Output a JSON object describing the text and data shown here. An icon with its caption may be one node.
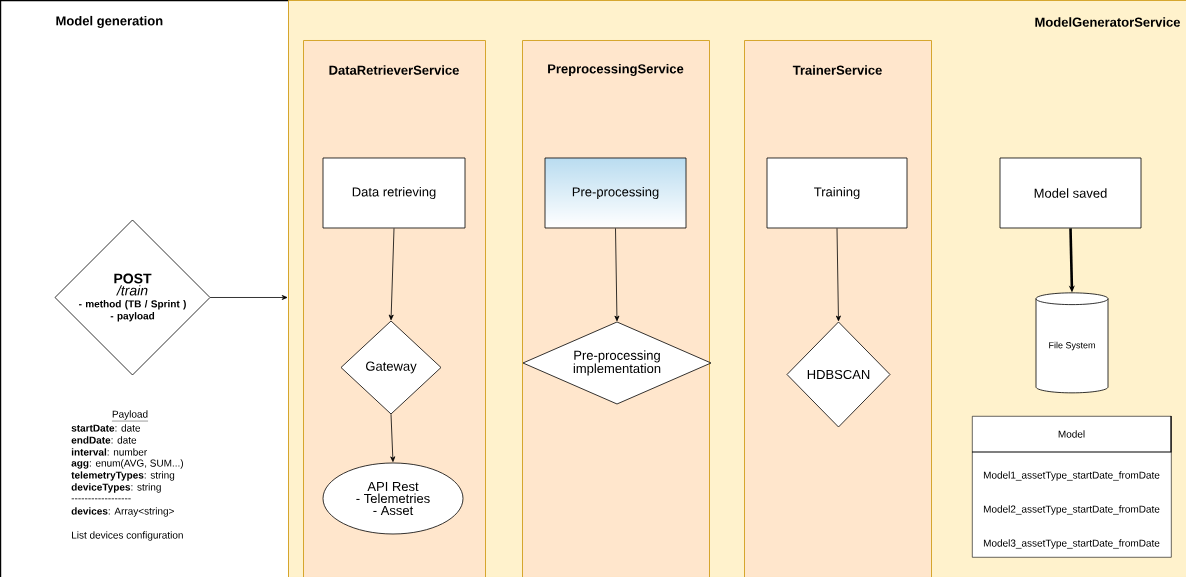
{
  "diagram": {
    "nodes": [
      {
        "text": [
          "Model generation"
        ]
      },
      {
        "text": [
          "ModelGeneratorService"
        ]
      },
      {
        "text": [
          "DataRetrieverService"
        ],
        "in": 1
      },
      {
        "text": [
          "PreprocessingService"
        ],
        "in": 1
      },
      {
        "text": [
          "TrainerService"
        ],
        "in": 1
      },
      {
        "text": [
          "POST",
          "/train",
          "- method (TB / Sprint )",
          "- payload"
        ],
        "in": 0
      },
      {
        "text": [
          "Data retrieving"
        ],
        "in": 2
      },
      {
        "text": [
          "Gateway"
        ],
        "in": 2
      },
      {
        "text": [
          "API Rest",
          "- Telemetries",
          "- Asset"
        ],
        "in": 2
      },
      {
        "text": [
          "Pre-processing"
        ],
        "in": 3
      },
      {
        "text": [
          "Pre-processing implementation"
        ],
        "in": 3
      },
      {
        "text": [
          "Training"
        ],
        "in": 4
      },
      {
        "text": [
          "HDBSCAN"
        ],
        "in": 4
      },
      {
        "text": [
          "Model saved"
        ],
        "in": 1
      },
      {
        "text": [
          "File System"
        ],
        "in": 1
      },
      {
        "text": [
          "Model",
          "Model1_assetType_startDate_fromDate",
          "Model2_assetType_startDate_fromDate",
          "Model3_assetType_startDate_fromDate"
        ],
        "in": 1
      }
    ],
    "edges": [
      {
        "from": 5,
        "to": 1,
        "arrow": "to"
      },
      {
        "from": 6,
        "to": 7,
        "arrow": "to"
      },
      {
        "from": 7,
        "to": 8,
        "arrow": "to"
      },
      {
        "from": 9,
        "to": 10,
        "arrow": "to"
      },
      {
        "from": 11,
        "to": 12,
        "arrow": "to"
      },
      {
        "from": 13,
        "to": 14,
        "arrow": "to",
        "style": "thick"
      }
    ],
    "labels": [
      "Payload",
      "**startDate**: date",
      "**endDate**: date",
      "**interval**: number",
      "**agg**: enum(AVG, SUM...)",
      "**telemetryTypes**: string",
      "**deviceTypes**: string",
      "------------------",
      "**devices**: Array<string>",
      "List devices configuration"
    ]
  }
}
